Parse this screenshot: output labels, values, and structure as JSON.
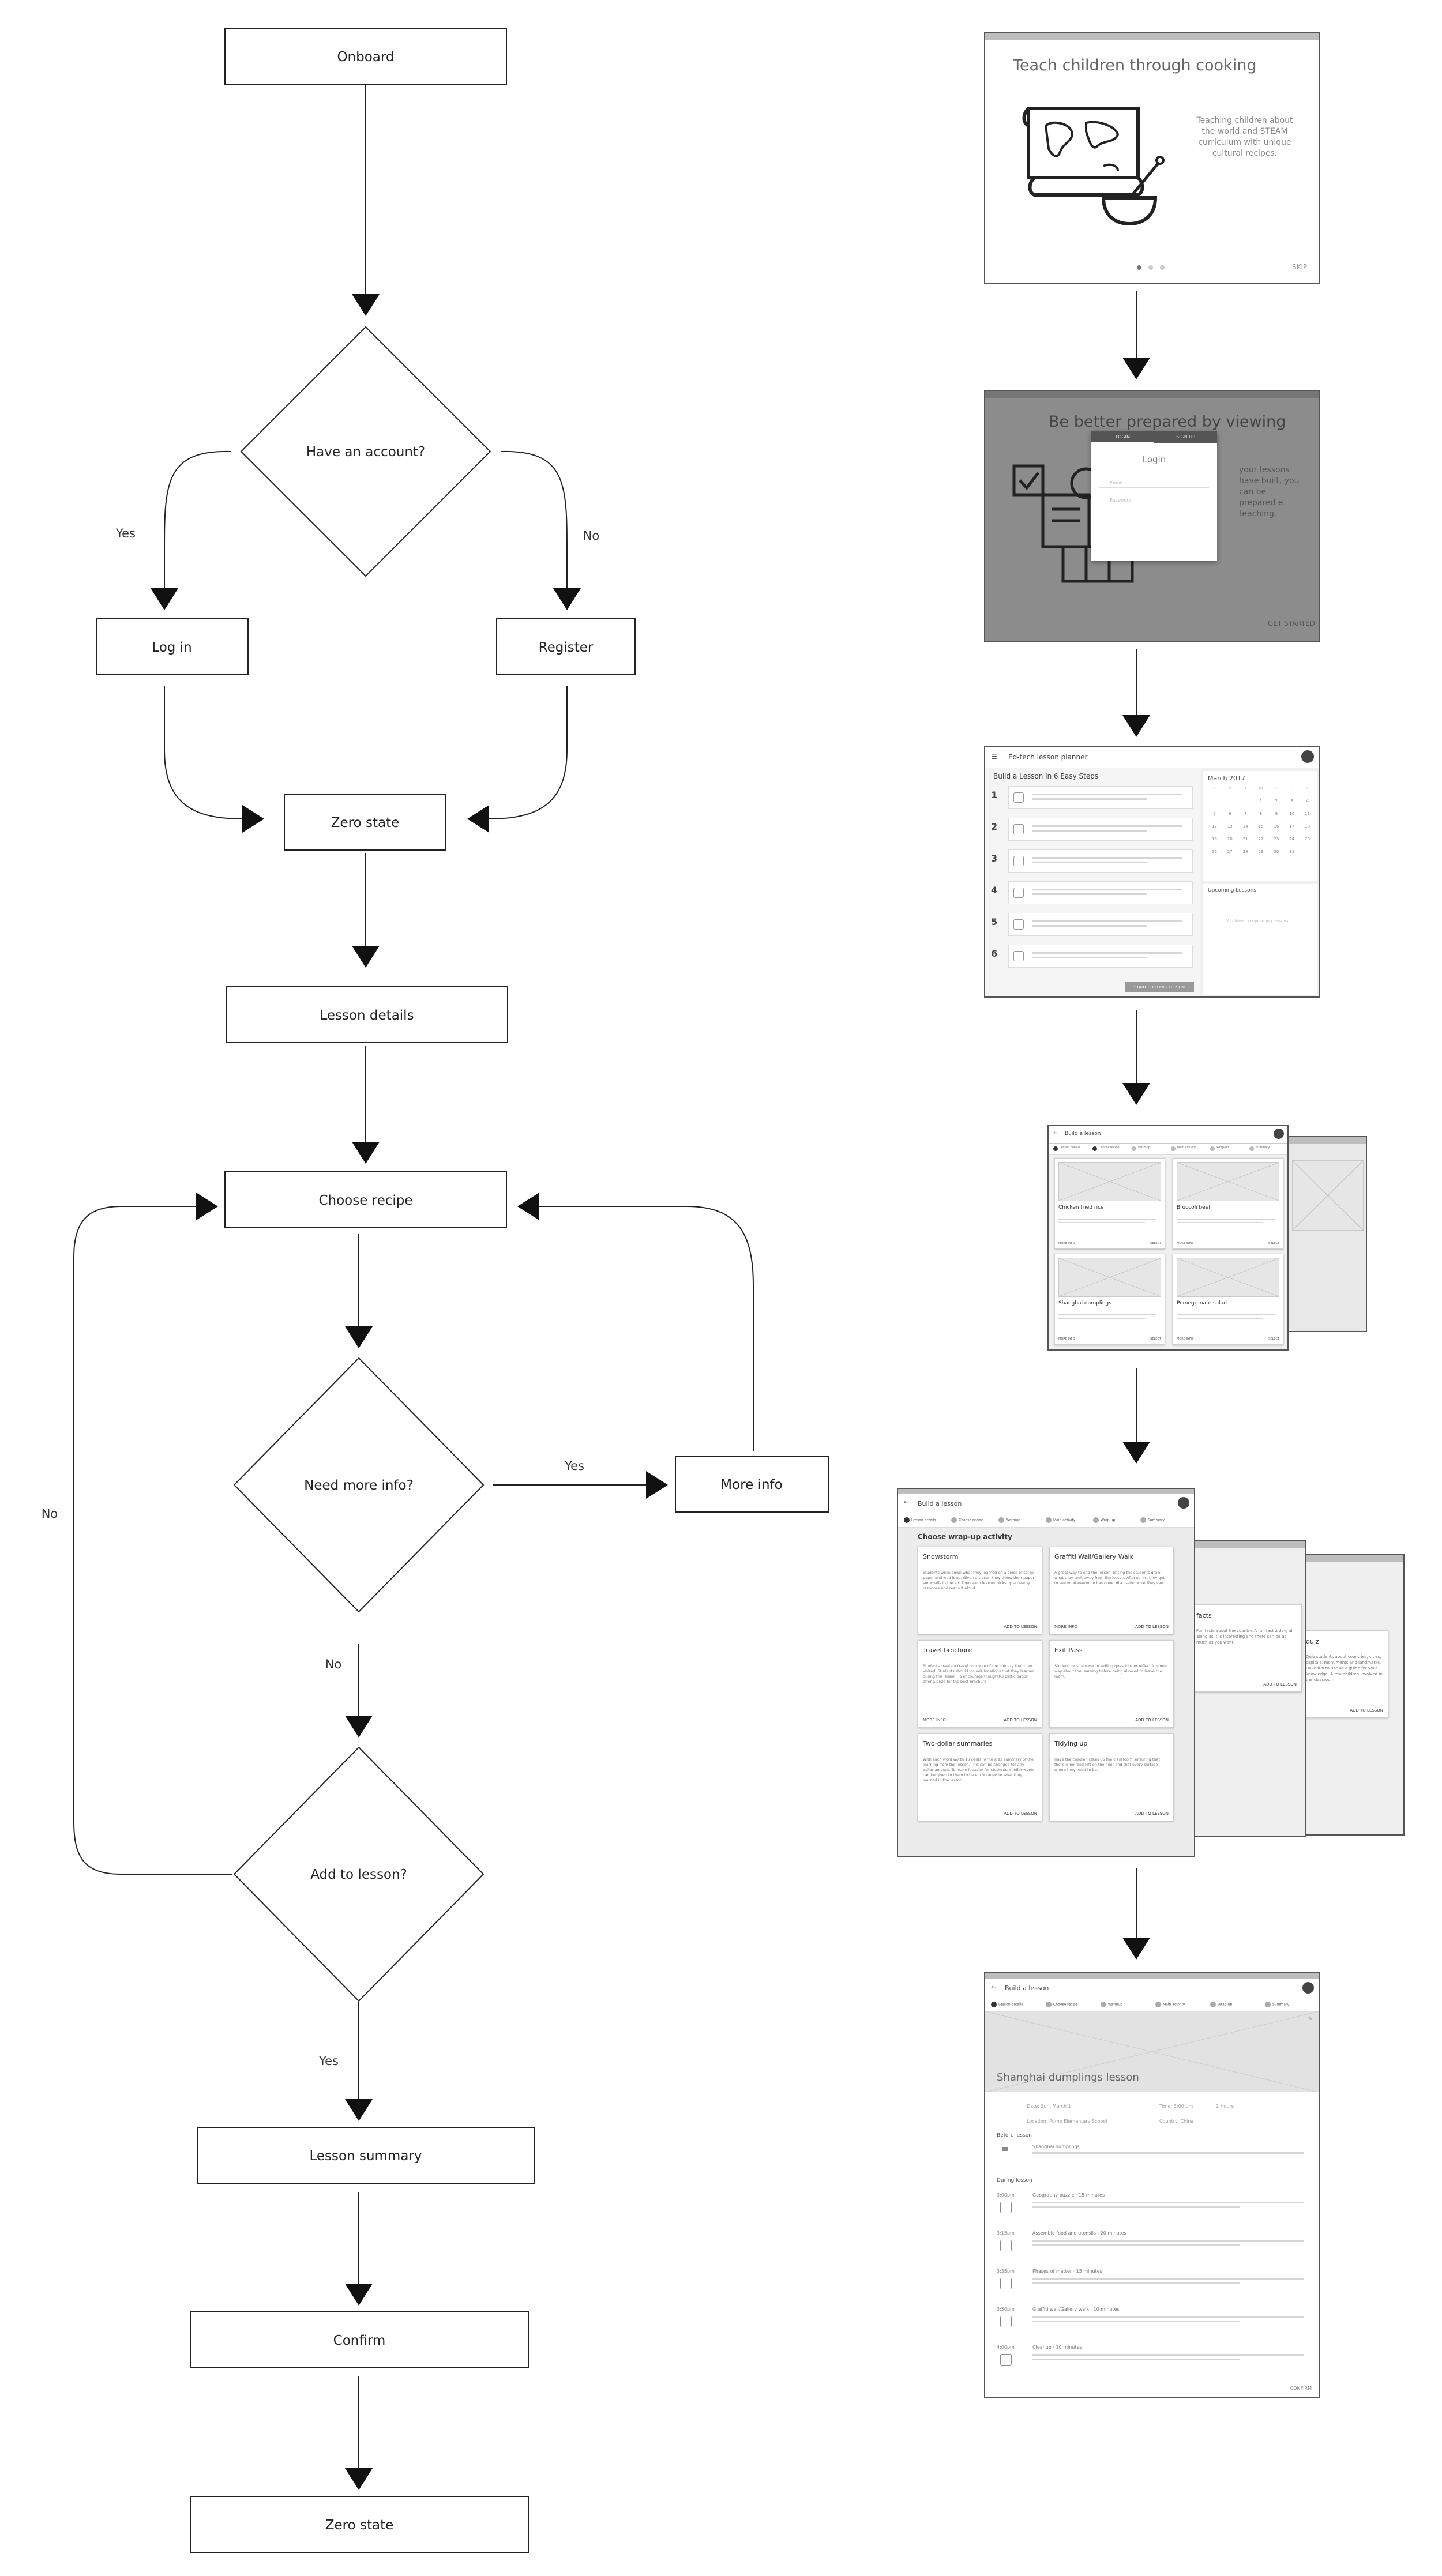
{
  "flowchart": {
    "nodes": {
      "onboard": "Onboard",
      "have_account": "Have an account?",
      "log_in": "Log in",
      "register": "Register",
      "zero_state_1": "Zero state",
      "lesson_details": "Lesson details",
      "choose_recipe": "Choose recipe",
      "need_more_info": "Need more info?",
      "more_info": "More info",
      "add_to_lesson": "Add to lesson?",
      "lesson_summary": "Lesson summary",
      "confirm": "Confirm",
      "zero_state_2": "Zero state"
    },
    "edge_labels": {
      "yes_login": "Yes",
      "no_register": "No",
      "yes_more_info": "Yes",
      "no_loop": "No",
      "no_add": "No",
      "yes_summary": "Yes"
    }
  },
  "screens": {
    "onboarding_1": {
      "title": "Teach children through cooking",
      "body": "Teaching children about the world and STEAM curriculum with unique cultural recipes.",
      "skip": "SKIP"
    },
    "onboarding_2": {
      "title": "Be better prepared by viewing",
      "tab_login": "LOGIN",
      "tab_signup": "SIGN UP",
      "dialog_title": "Login",
      "email": "Email",
      "password": "Password",
      "cta": "GET STARTED",
      "body": "your lessons have built, you can be prepared e teaching."
    },
    "planner": {
      "app_title": "Ed-tech lesson planner",
      "steps_title": "Build a Lesson in 6 Easy Steps",
      "step_numbers": [
        "1",
        "2",
        "3",
        "4",
        "5",
        "6"
      ],
      "calendar_title": "March 2017",
      "weekdays": [
        "S",
        "M",
        "T",
        "W",
        "T",
        "F",
        "S"
      ],
      "days": [
        "1",
        "2",
        "3",
        "4",
        "5",
        "6",
        "7",
        "8",
        "9",
        "10",
        "11",
        "12",
        "13",
        "14",
        "15",
        "16",
        "17",
        "18",
        "19",
        "20",
        "21",
        "22",
        "23",
        "24",
        "25",
        "26",
        "27",
        "28",
        "29",
        "30",
        "31"
      ],
      "upcoming": "Upcoming Lessons",
      "upcoming_empty": "You have no upcoming lessons",
      "cta": "START BUILDING LESSON"
    },
    "recipes": {
      "app_title": "Build a lesson",
      "cards": [
        {
          "name": "Chicken fried rice",
          "more": "MORE INFO",
          "select": "SELECT"
        },
        {
          "name": "Broccoli beef",
          "more": "MORE INFO",
          "select": "SELECT"
        },
        {
          "name": "Shanghai dumplings",
          "more": "MORE INFO",
          "select": "SELECT"
        },
        {
          "name": "Pomegranate salad",
          "more": "MORE INFO",
          "select": "SELECT"
        }
      ]
    },
    "wrapup": {
      "app_title": "Build a lesson",
      "steps": [
        "Lesson details",
        "Choose recipe",
        "Warmup",
        "Main activity",
        "Wrap-up",
        "Summary"
      ],
      "heading": "Choose wrap-up activity",
      "cards": [
        {
          "name": "Snowstorm",
          "text": "Students write down what they learned on a piece of scrap paper and wad it up. Given a signal, they throw their paper snowballs in the air. Then each learner picks up a nearby response and reads it aloud.",
          "more": "",
          "add": "ADD TO LESSON"
        },
        {
          "name": "Graffiti Wall/Gallery Walk",
          "text": "A great way to end the lesson, letting the students draw what they took away from the lesson. Afterwards, they get to see what everyone has done, discussing what they saw.",
          "more": "MORE INFO",
          "add": "ADD TO LESSON"
        },
        {
          "name": "Travel brochure",
          "text": "Students create a travel brochure of the country that they visited. Students should include locations that they learned during the lesson. To encourage thoughtful participation offer a prize for the best brochure.",
          "more": "MORE INFO",
          "add": "ADD TO LESSON"
        },
        {
          "name": "Exit Pass",
          "text": "Student must answer in writing questions or reflect in some way about the learning before being allowed to leave the room.",
          "more": "",
          "add": "ADD TO LESSON"
        },
        {
          "name": "Two-dollar summaries",
          "text": "With each word worth 10 cents, write a $2 summary of the learning from the lesson. This can be changed for any dollar amount. To make it easier for students, similar words can be given to them to be encouraged to what they learned in the lesson.",
          "more": "",
          "add": "ADD TO LESSON"
        },
        {
          "name": "Tidying up",
          "text": "Have the children clean up the classroom, ensuring that there is no food left on the floor and that every surface where they need to be.",
          "more": "",
          "add": "ADD TO LESSON"
        }
      ],
      "back_cards": [
        {
          "name": "facts",
          "text": "Fun facts about the country. A fun fact a day, all along as it is interesting and there can be as much as you want.",
          "add": "ADD TO LESSON"
        },
        {
          "name": "quiz",
          "text": "Quiz students about countries, cities, capitals, monuments and landmarks. Have fun to use as a guide for your knowledge. A few children involved in the classroom.",
          "add": "ADD TO LESSON"
        }
      ]
    },
    "summary": {
      "app_title": "Build a lesson",
      "steps": [
        "Lesson details",
        "Choose recipe",
        "Warmup",
        "Main activity",
        "Wrap-up",
        "Summary"
      ],
      "lesson_title": "Shanghai dumplings lesson",
      "meta_date": "Date: Sun, March 1",
      "meta_time": "Time: 3:00 pm",
      "meta_duration": "2 Hours",
      "meta_location": "Location: Pump Elementary School",
      "meta_country": "Country: China",
      "before": "Before lesson",
      "before_item": "Shanghai dumplings",
      "during": "During lesson",
      "items": [
        {
          "time": "3:00pm",
          "name": "Geography puzzle · 15 minutes"
        },
        {
          "time": "3:15pm",
          "name": "Assemble food and utensils · 20 minutes"
        },
        {
          "time": "3:35pm",
          "name": "Phases of matter · 15 minutes"
        },
        {
          "time": "3:50pm",
          "name": "Graffiti wall/Gallery walk · 10 minutes"
        },
        {
          "time": "4:00pm",
          "name": "Cleanup · 10 minutes"
        }
      ],
      "confirm": "CONFIRM"
    }
  }
}
